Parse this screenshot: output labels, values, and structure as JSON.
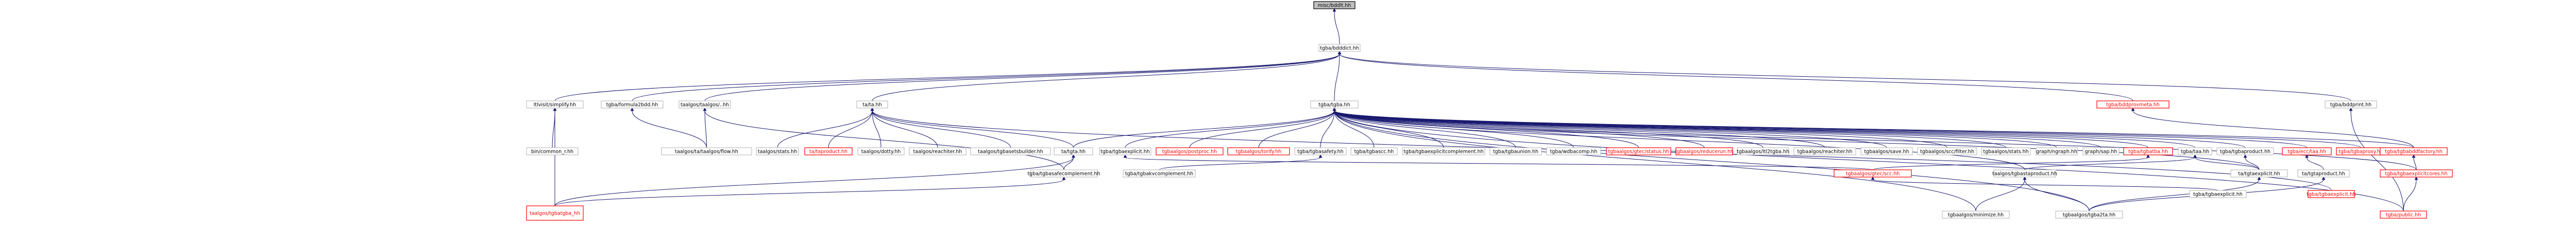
{
  "graph": {
    "title": "misc/bddisc.hh",
    "colors": {
      "edge": "#191970",
      "node_border": "#bfbfbf",
      "focus_fill": "#bfbfbf",
      "link_text": "#000000",
      "warn_border": "#ff0000",
      "warn_text": "#ff0000"
    },
    "nodes": [
      {
        "id": "n0",
        "label": "misc/bddlt.hh",
        "style": "focus"
      },
      {
        "id": "n1",
        "label": "tgba/bdddict.hh",
        "style": "normal"
      },
      {
        "id": "n2",
        "label": "ltlvisit/simplify.hh",
        "style": "normal"
      },
      {
        "id": "n3",
        "label": "tgba/formula2bdd.hh",
        "style": "normal"
      },
      {
        "id": "n4",
        "label": "taalgos/taalgos/..hh",
        "style": "normal"
      },
      {
        "id": "n5",
        "label": "ta/ta.hh",
        "style": "normal"
      },
      {
        "id": "n6",
        "label": "tgba/tgba.hh",
        "style": "normal"
      },
      {
        "id": "n7",
        "label": "tgba/bddprovmeta.hh",
        "style": "warn"
      },
      {
        "id": "n8",
        "label": "tgba/bddprint.hh",
        "style": "normal"
      },
      {
        "id": "n9",
        "label": "bin/common_r.hh",
        "style": "normal"
      },
      {
        "id": "n10",
        "label": "taalgos/ta/taalgos/flow.hh",
        "style": "normal"
      },
      {
        "id": "n11",
        "label": "taalgos/stats.hh",
        "style": "normal"
      },
      {
        "id": "n12",
        "label": "ta/taproduct.hh",
        "style": "warn"
      },
      {
        "id": "n13",
        "label": "taalgos/dotty.hh",
        "style": "normal"
      },
      {
        "id": "n14",
        "label": "taalgos/reachiter.hh",
        "style": "normal"
      },
      {
        "id": "n15",
        "label": "taalgos/tgbasetsbuilder.hh",
        "style": "normal"
      },
      {
        "id": "n16",
        "label": "ta/tgta.hh",
        "style": "normal"
      },
      {
        "id": "n17",
        "label": "tgba/tgbaexplicit.hh",
        "style": "normal"
      },
      {
        "id": "n18",
        "label": "tgbaalgos/postproc.hh",
        "style": "warn"
      },
      {
        "id": "n19",
        "label": "tgbaalgos/torify.hh",
        "style": "warn"
      },
      {
        "id": "n20",
        "label": "tgba/tgbasafety.hh",
        "style": "normal"
      },
      {
        "id": "n21",
        "label": "tgba/tgbascc.hh",
        "style": "normal"
      },
      {
        "id": "n22",
        "label": "tgba/tgbaexplicitcomplement.hh",
        "style": "normal"
      },
      {
        "id": "n23",
        "label": "tgba/tgbaunion.hh",
        "style": "normal"
      },
      {
        "id": "n24",
        "label": "tgba/wdbacomp.hh",
        "style": "normal"
      },
      {
        "id": "n25",
        "label": "tgbaalgos/gtec/status.hh",
        "style": "warn"
      },
      {
        "id": "n26",
        "label": "tgbaalgos/reducerun.hh",
        "style": "warn"
      },
      {
        "id": "n27",
        "label": "tgbaalgos/ltl2tgba.hh",
        "style": "normal"
      },
      {
        "id": "n28",
        "label": "tgbaalgos/reachiter.hh",
        "style": "normal"
      },
      {
        "id": "n29",
        "label": "tgbaalgos/save.hh",
        "style": "normal"
      },
      {
        "id": "n30",
        "label": "tgbaalgos/scc/filter.hh",
        "style": "normal"
      },
      {
        "id": "n31",
        "label": "tgbaalgos/stats.hh",
        "style": "normal"
      },
      {
        "id": "n32",
        "label": "graph/ngraph.hh",
        "style": "normal"
      },
      {
        "id": "n33",
        "label": "graph/sap.hh",
        "style": "normal"
      },
      {
        "id": "n34",
        "label": "tgba/tgbatba.hh",
        "style": "warn"
      },
      {
        "id": "n35",
        "label": "tgba/taa.hh",
        "style": "normal"
      },
      {
        "id": "n36",
        "label": "tgba/tgbaproduct.hh",
        "style": "normal"
      },
      {
        "id": "n37",
        "label": "tgba/ecc/taa.hh",
        "style": "warn"
      },
      {
        "id": "n38",
        "label": "tgba/tgbaproxy.hh",
        "style": "warn"
      },
      {
        "id": "n39",
        "label": "tgba/tgbabddfactory.hh",
        "style": "warn"
      },
      {
        "id": "n40",
        "label": "tgba/tgbasafecomplement.hh",
        "style": "normal"
      },
      {
        "id": "n41",
        "label": "tgba/tgbakvcomplement.hh",
        "style": "normal"
      },
      {
        "id": "n42",
        "label": "tgbaalgos/gtec/scc.hh",
        "style": "warn"
      },
      {
        "id": "n43",
        "label": "taalgos/tgbastaproduct.hh",
        "style": "normal"
      },
      {
        "id": "n44",
        "label": "ta/tgtaexplicit.hh",
        "style": "normal"
      },
      {
        "id": "n45",
        "label": "ta/tgtaproduct.hh",
        "style": "normal"
      },
      {
        "id": "n46",
        "label": "tgba/tgbaexplicitcores.hh",
        "style": "warn"
      },
      {
        "id": "n47",
        "label": "tgba/tgbaexplicit.hh",
        "style": "warn"
      },
      {
        "id": "n48",
        "label": "tgba/tgbaexplicit.hh",
        "style": "normal"
      },
      {
        "id": "n49",
        "label": "tgbaalgos/minimize.hh",
        "style": "normal"
      },
      {
        "id": "n50",
        "label": "tgbaalgos/tgba2ta.hh",
        "style": "normal"
      },
      {
        "id": "n51",
        "label": "tgba/public.hh",
        "style": "warn"
      },
      {
        "id": "n52",
        "label": "taalgos/tgbatgba_hh",
        "style": "warn"
      }
    ]
  }
}
